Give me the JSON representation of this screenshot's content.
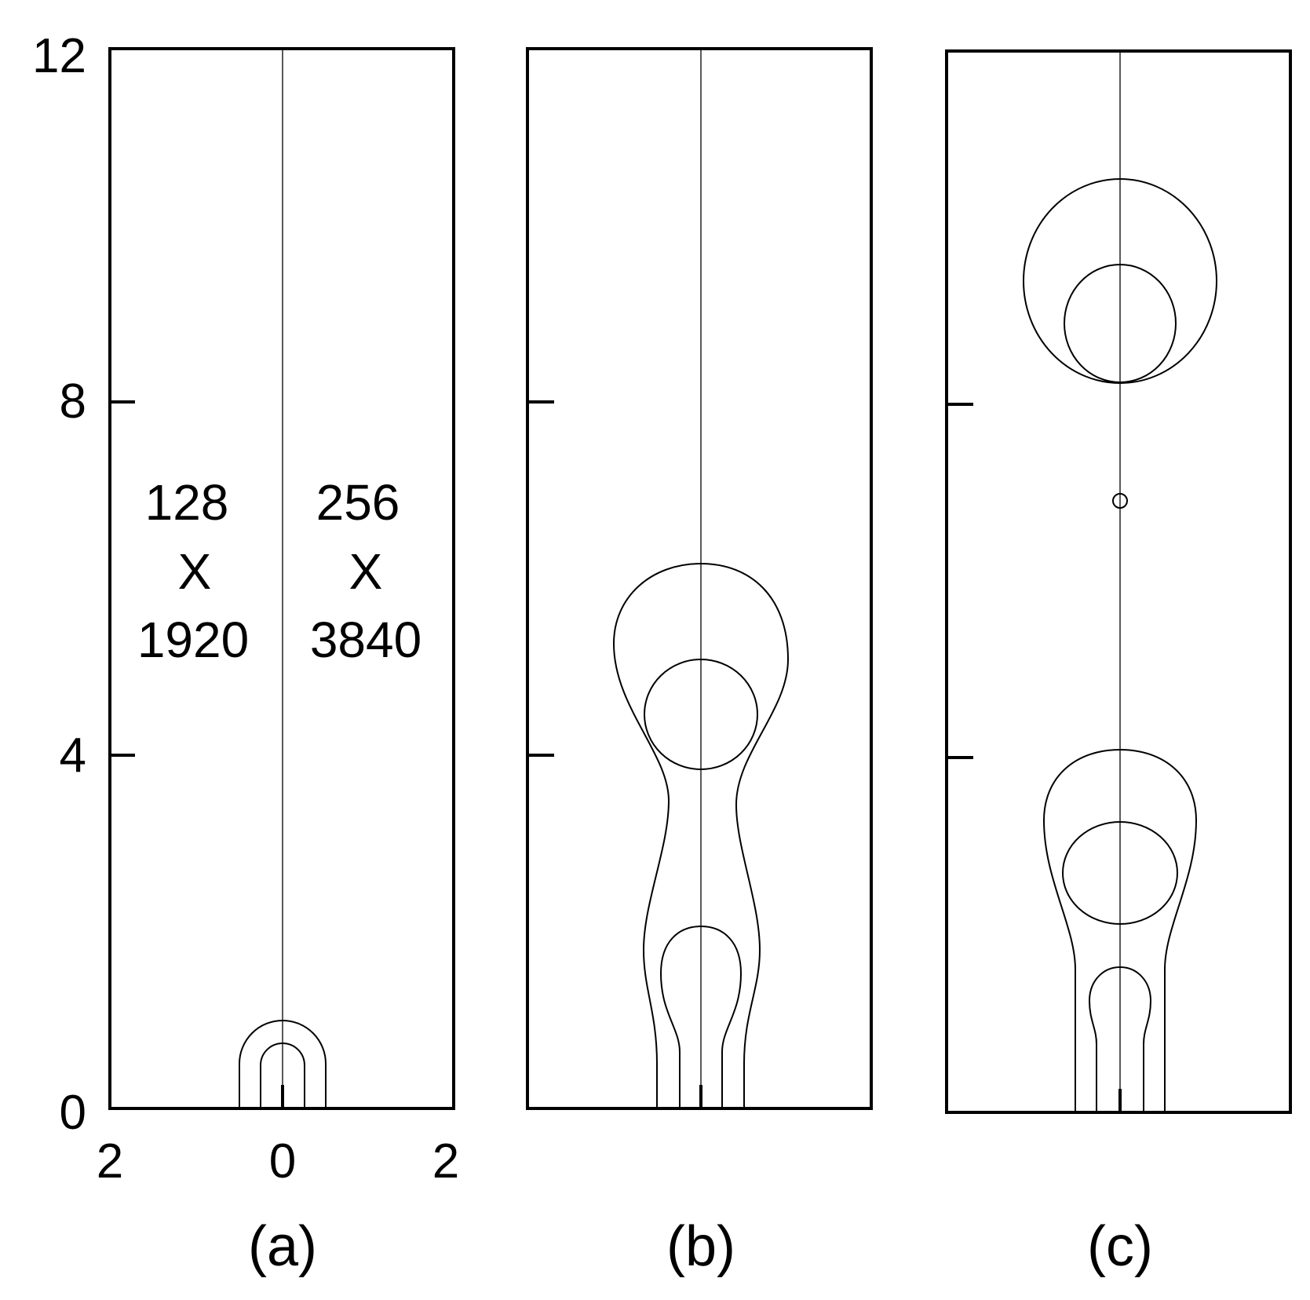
{
  "y_axis": {
    "tick_labels": [
      "12",
      "8",
      "4",
      "0"
    ]
  },
  "x_axis": {
    "tick_labels": [
      "2",
      "0",
      "2"
    ]
  },
  "panels": [
    {
      "label": "(a)"
    },
    {
      "label": "(b)"
    },
    {
      "label": "(c)"
    }
  ],
  "grid_annotation": {
    "left": {
      "line1": "128",
      "line2": "X",
      "line3": "1920"
    },
    "right": {
      "line1": "256",
      "line2": "X",
      "line3": "3840"
    }
  }
}
